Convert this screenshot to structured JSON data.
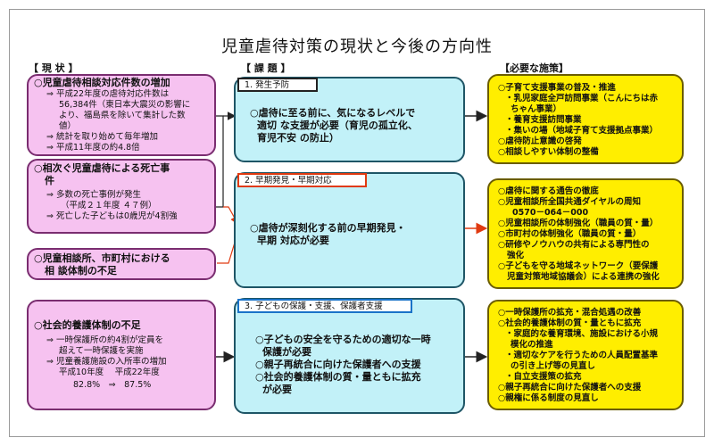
{
  "title": "児童虐待対策の現状と今後の方向性",
  "headers": {
    "current": "【 現 状 】",
    "issues": "【 課 題 】",
    "measures": "【必要な施策】"
  },
  "current": [
    {
      "heading": "○児童虐待相談対応件数の増加",
      "lines": [
        "⇒ 平成22年度の虐待対応件数は",
        "56,384件（東日本大震災の影響に",
        "より、福島県を除いて集計した数",
        "値）",
        "⇒ 統計を取り始めて毎年増加",
        "⇒ 平成11年度の約4.8倍"
      ]
    },
    {
      "heading_lines": [
        "○相次ぐ児童虐待による死亡事",
        "件"
      ],
      "lines": [
        "⇒ 多数の死亡事例が発生",
        "（平成２１年度 ４７例）",
        "⇒ 死亡した子どもは0歳児が4割強"
      ]
    },
    {
      "heading_lines": [
        "○児童相談所、市町村における",
        "相 談体制の不足"
      ]
    },
    {
      "heading": "○社会的養護体制の不足",
      "lines": [
        "⇒ 一時保護所の約4割が定員を",
        "超えて一時保護を実施",
        "⇒ 児童養護施設の入所率の増加",
        "平成10年度　 平成22年度",
        "82.8%　⇒　87.5%"
      ]
    }
  ],
  "issues": [
    {
      "tab": "1. 発生予防",
      "lines": [
        "○虐待に至る前に、気になるレベルで",
        "適切 な支援が必要（育児の孤立化、",
        "育児不安 の防止）"
      ]
    },
    {
      "tab": "2. 早期発見・早期対応",
      "lines": [
        "○虐待が深刻化する前の早期発見・",
        "早期 対応が必要"
      ]
    },
    {
      "tab": "3. 子どもの保護・支援、保護者支援",
      "lines": [
        "○子どもの安全を守るための適切な一時",
        "保護が必要",
        "○親子再統合に向けた保護者への支援",
        "○社会的養護体制の質・量ともに拡充",
        "が必要"
      ]
    }
  ],
  "measures": [
    {
      "lines": [
        "○子育て支援事業の普及・推進",
        "・乳児家庭全戸訪問事業（こんにちは赤",
        "ちゃん事業）",
        "・養育支援訪問事業",
        "・集いの場（地域子育て支援拠点事業）",
        "○虐待防止意識の啓発",
        "○相談しやすい体制の整備"
      ]
    },
    {
      "lines": [
        "○虐待に関する通告の徹底",
        "○児童相談所全国共通ダイヤルの周知",
        "0570－064－000",
        "○児童相談所の体制強化（職員の質・量）",
        "○市町村の体制強化（職員の質・量）",
        "○研修やノウハウの共有による専門性の",
        "強化",
        "○子どもを守る地域ネットワーク（要保護",
        "児童対策地域協議会）による連携の強化"
      ]
    },
    {
      "lines": [
        "○一時保護所の拡充・混合処遇の改善",
        "○社会的養護体制の質・量ともに拡充",
        "・家庭的な養育環境、施設における小規",
        "模化の推進",
        "・適切なケアを行うための人員配置基準",
        "の引き上げ等の見直し",
        "・自立支援策の拡充",
        "○親子再統合に向けた保護者への支援",
        "○親権に係る制度の見直し"
      ]
    }
  ],
  "colors": {
    "current_fill": "#f6c2f0",
    "issue_fill": "#c2f1f8",
    "measure_fill": "#ffee00",
    "tab1_border": "#222222",
    "tab2_border": "#e03a10",
    "tab3_border": "#1a73c8",
    "arrow_red": "#e03a10",
    "arrow_black": "#222222"
  }
}
